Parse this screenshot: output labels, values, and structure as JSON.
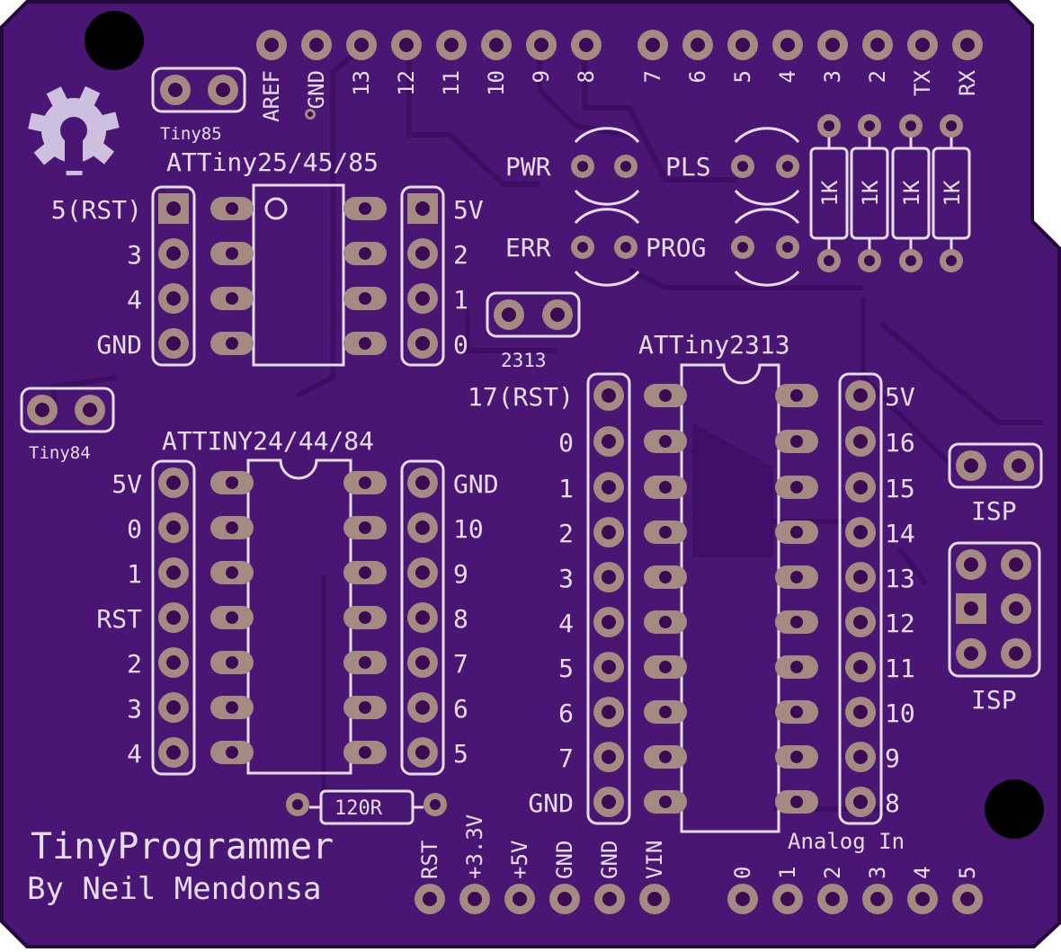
{
  "colors": {
    "board": "#4a1674",
    "edge": "#230a3a",
    "trace": "#3f0e66",
    "silk": "#e6dcf0",
    "pad": "#a58a82",
    "hole": "#3d0b54"
  },
  "icons": [
    "open-source-hardware-icon",
    "mounting-hole-icon"
  ],
  "board": {
    "title": "TinyProgrammer",
    "author": "By Neil Mendonsa"
  },
  "top_header": {
    "pins": [
      "AREF",
      "GND",
      "13",
      "12",
      "11",
      "10",
      "9",
      "8",
      "7",
      "6",
      "5",
      "4",
      "3",
      "2",
      "TX",
      "RX"
    ]
  },
  "bottom_header": {
    "power_pins": [
      "RST",
      "+3.3V",
      "+5V",
      "GND",
      "GND",
      "VIN"
    ],
    "analog_title": "Analog In",
    "analog_pins": [
      "0",
      "1",
      "2",
      "3",
      "4",
      "5"
    ]
  },
  "jumpers": {
    "tiny85": "Tiny85",
    "tiny84": "Tiny84",
    "j2313": "2313"
  },
  "attiny85": {
    "title": "ATTiny25/45/85",
    "left": [
      "5(RST)",
      "3",
      "4",
      "GND"
    ],
    "right": [
      "5V",
      "2",
      "1",
      "0"
    ]
  },
  "attiny84": {
    "title": "ATTINY24/44/84",
    "left": [
      "5V",
      "0",
      "1",
      "RST",
      "2",
      "3",
      "4"
    ],
    "right": [
      "GND",
      "10",
      "9",
      "8",
      "7",
      "6",
      "5"
    ]
  },
  "attiny2313": {
    "title": "ATTiny2313",
    "left": [
      "17(RST)",
      "0",
      "1",
      "2",
      "3",
      "4",
      "5",
      "6",
      "7",
      "GND"
    ],
    "right": [
      "5V",
      "16",
      "15",
      "14",
      "13",
      "12",
      "11",
      "10",
      "9",
      "8"
    ]
  },
  "leds": [
    "PWR",
    "PLS",
    "ERR",
    "PROG"
  ],
  "resistors": [
    "1K",
    "1K",
    "1K",
    "1K"
  ],
  "resistor_120": "120R",
  "isp": {
    "label_2pin": "ISP",
    "label_6pin": "ISP"
  }
}
